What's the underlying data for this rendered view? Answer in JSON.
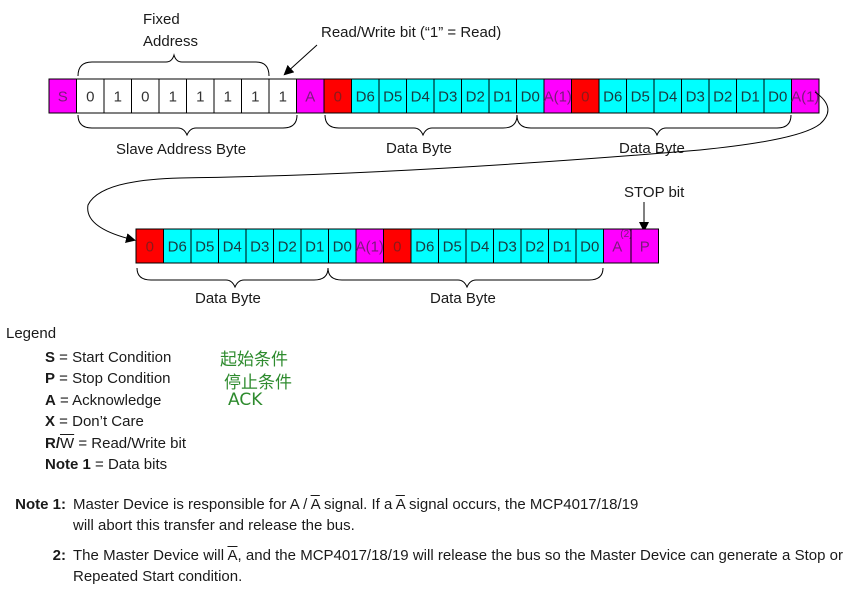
{
  "colors": {
    "start_stop_ack": "#ff00ff",
    "first_bit": "#ff0000",
    "data_bits": "#00ffff",
    "address_bits": "#ffffff",
    "chinese_annotation": "#2e8b2e"
  },
  "row1": {
    "cells": [
      {
        "text": "S",
        "type": "magenta"
      },
      {
        "text": "0",
        "type": "white"
      },
      {
        "text": "1",
        "type": "white"
      },
      {
        "text": "0",
        "type": "white"
      },
      {
        "text": "1",
        "type": "white"
      },
      {
        "text": "1",
        "type": "white"
      },
      {
        "text": "1",
        "type": "white"
      },
      {
        "text": "1",
        "type": "white"
      },
      {
        "text": "1",
        "type": "white"
      },
      {
        "text": "A",
        "type": "magenta"
      },
      {
        "text": "0",
        "type": "red"
      },
      {
        "text": "D6",
        "type": "cyan"
      },
      {
        "text": "D5",
        "type": "cyan"
      },
      {
        "text": "D4",
        "type": "cyan"
      },
      {
        "text": "D3",
        "type": "cyan"
      },
      {
        "text": "D2",
        "type": "cyan"
      },
      {
        "text": "D1",
        "type": "cyan"
      },
      {
        "text": "D0",
        "type": "cyan"
      },
      {
        "text": "A(1)",
        "type": "magenta"
      },
      {
        "text": "0",
        "type": "red"
      },
      {
        "text": "D6",
        "type": "cyan"
      },
      {
        "text": "D5",
        "type": "cyan"
      },
      {
        "text": "D4",
        "type": "cyan"
      },
      {
        "text": "D3",
        "type": "cyan"
      },
      {
        "text": "D2",
        "type": "cyan"
      },
      {
        "text": "D1",
        "type": "cyan"
      },
      {
        "text": "D0",
        "type": "cyan"
      },
      {
        "text": "A(1)",
        "type": "magenta"
      }
    ],
    "labels": {
      "fixed_address_line1": "Fixed",
      "fixed_address_line2": "Address",
      "rw_bit": "Read/Write bit (“1” = Read)",
      "slave_address_byte": "Slave Address Byte",
      "data_byte_1": "Data Byte",
      "data_byte_2": "Data Byte"
    }
  },
  "row2": {
    "cells": [
      {
        "text": "0",
        "type": "red"
      },
      {
        "text": "D6",
        "type": "cyan"
      },
      {
        "text": "D5",
        "type": "cyan"
      },
      {
        "text": "D4",
        "type": "cyan"
      },
      {
        "text": "D3",
        "type": "cyan"
      },
      {
        "text": "D2",
        "type": "cyan"
      },
      {
        "text": "D1",
        "type": "cyan"
      },
      {
        "text": "D0",
        "type": "cyan"
      },
      {
        "text": "A(1)",
        "type": "magenta"
      },
      {
        "text": "0",
        "type": "red"
      },
      {
        "text": "D6",
        "type": "cyan"
      },
      {
        "text": "D5",
        "type": "cyan"
      },
      {
        "text": "D4",
        "type": "cyan"
      },
      {
        "text": "D3",
        "type": "cyan"
      },
      {
        "text": "D2",
        "type": "cyan"
      },
      {
        "text": "D1",
        "type": "cyan"
      },
      {
        "text": "D0",
        "type": "cyan"
      },
      {
        "text": "A",
        "sup": "(2)",
        "type": "magenta"
      },
      {
        "text": "P",
        "type": "magenta"
      }
    ],
    "labels": {
      "stop_bit": "STOP bit",
      "data_byte_1": "Data Byte",
      "data_byte_2": "Data Byte"
    }
  },
  "legend": {
    "title": "Legend",
    "items": [
      {
        "key": "S",
        "desc": " = Start Condition"
      },
      {
        "key": "P",
        "desc": " = Stop Condition"
      },
      {
        "key": "A",
        "desc": " = Acknowledge"
      },
      {
        "key": "X",
        "desc": " = Don’t Care"
      },
      {
        "key": "R/",
        "key_rest": "W",
        "desc": " = Read/Write bit"
      },
      {
        "key": "Note 1",
        "desc": " = Data bits"
      }
    ],
    "annotations": [
      "起始条件",
      "停止条件",
      "ACK"
    ]
  },
  "notes": [
    {
      "key": "Note 1:",
      "text_parts": [
        "Master Device is responsible for A / ",
        "A",
        " signal. If a ",
        "A",
        " signal occurs, the MCP4017/18/19"
      ],
      "line2": "will abort this transfer and release the bus."
    },
    {
      "key": "2:",
      "text_parts": [
        "The Master Device will ",
        "A",
        ", and the MCP4017/18/19 will release the bus so the Master Device can generate a Stop or Repeated Start condition."
      ]
    }
  ]
}
